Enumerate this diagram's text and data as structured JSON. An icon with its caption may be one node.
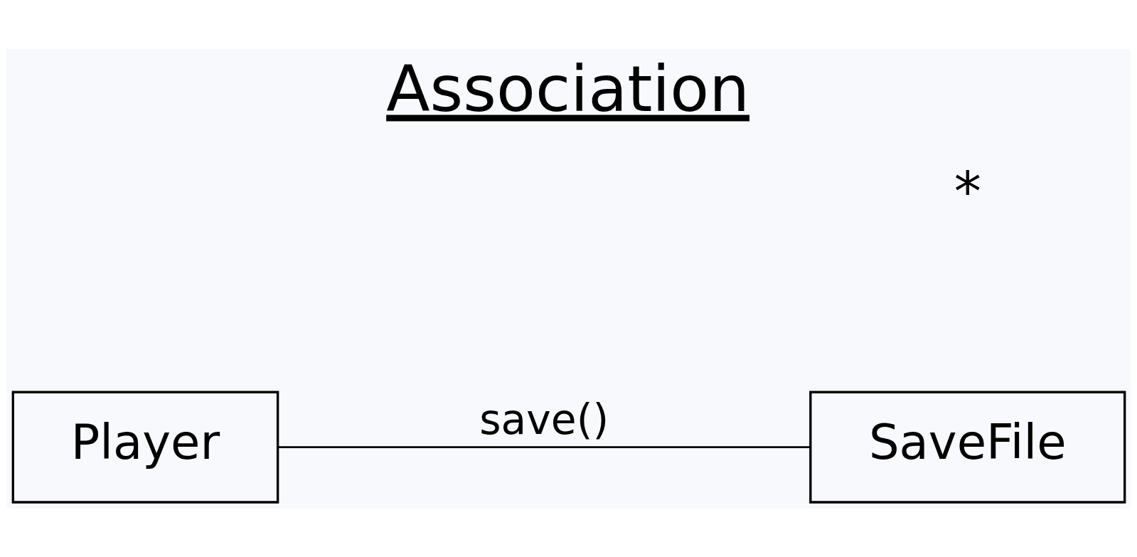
{
  "diagram": {
    "title": "Association",
    "nodes": [
      {
        "text": [
          "Player"
        ]
      },
      {
        "text": [
          "SaveFile"
        ]
      }
    ],
    "edges": [
      {
        "from": 0,
        "to": 1,
        "arrow": "none",
        "label": "save()"
      }
    ],
    "labels": [
      "*"
    ]
  }
}
